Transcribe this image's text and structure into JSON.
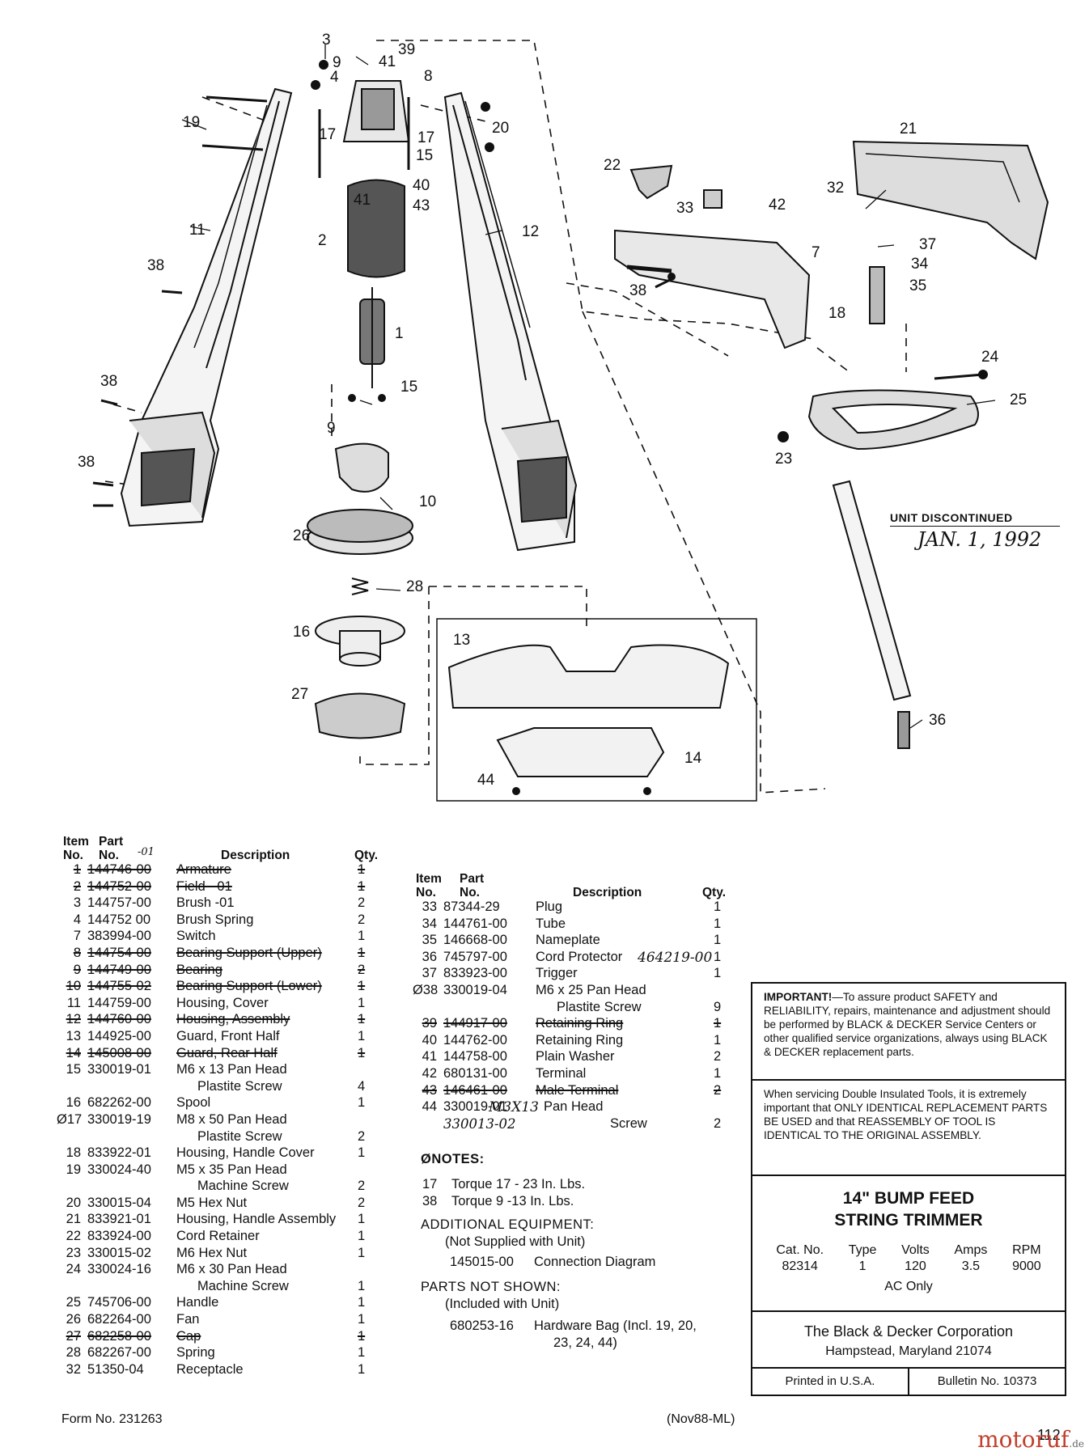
{
  "callouts": [
    "1",
    "2",
    "3",
    "4",
    "7",
    "8",
    "9",
    "9",
    "10",
    "11",
    "12",
    "13",
    "14",
    "15",
    "15",
    "16",
    "17",
    "17",
    "18",
    "19",
    "20",
    "21",
    "22",
    "23",
    "24",
    "25",
    "26",
    "27",
    "28",
    "32",
    "33",
    "34",
    "35",
    "36",
    "37",
    "38",
    "38",
    "38",
    "38",
    "39",
    "40",
    "41",
    "41",
    "42",
    "43",
    "44"
  ],
  "annotation": {
    "status": "UNIT DISCONTINUED",
    "date": "JAN. 1, 1992"
  },
  "left_table": {
    "headers": {
      "item": "Item No.",
      "part": "Part No.",
      "mark": "-01",
      "desc": "Description",
      "qty": "Qty."
    },
    "rows": [
      {
        "item": "1",
        "part": "144746-00",
        "desc": "Armature",
        "qty": "1",
        "struck": true
      },
      {
        "item": "2",
        "part": "144752-00",
        "desc": "Field - 01",
        "qty": "1",
        "struck": true
      },
      {
        "item": "3",
        "part": "144757-00",
        "desc": "Brush -01",
        "qty": "2",
        "struck": false
      },
      {
        "item": "4",
        "part": "144752 00",
        "desc": "Brush Spring",
        "qty": "2",
        "struck": false
      },
      {
        "item": "7",
        "part": "383994-00",
        "desc": "Switch",
        "qty": "1",
        "struck": false
      },
      {
        "item": "8",
        "part": "144754-00",
        "desc": "Bearing Support (Upper)",
        "qty": "1",
        "struck": true
      },
      {
        "item": "9",
        "part": "144749-00",
        "desc": "Bearing",
        "qty": "2",
        "struck": true
      },
      {
        "item": "10",
        "part": "144755-02",
        "desc": "Bearing Support (Lower)",
        "qty": "1",
        "struck": true
      },
      {
        "item": "11",
        "part": "144759-00",
        "desc": "Housing, Cover",
        "qty": "1",
        "struck": false
      },
      {
        "item": "12",
        "part": "144760-00",
        "desc": "Housing, Assembly",
        "qty": "1",
        "struck": true
      },
      {
        "item": "13",
        "part": "144925-00",
        "desc": "Guard, Front Half",
        "qty": "1",
        "struck": false
      },
      {
        "item": "14",
        "part": "145008-00",
        "desc": "Guard, Rear Half",
        "qty": "1",
        "struck": true
      },
      {
        "item": "15",
        "part": "330019-01",
        "desc": "M6 x 13 Pan Head",
        "qty": "",
        "struck": false
      },
      {
        "item": "",
        "part": "",
        "desc": "Plastite Screw",
        "qty": "4",
        "struck": false
      },
      {
        "item": "16",
        "part": "682262-00",
        "desc": "Spool",
        "qty": "1",
        "struck": false
      },
      {
        "item": "Ø17",
        "part": "330019-19",
        "desc": "M8 x 50 Pan Head",
        "qty": "",
        "struck": false
      },
      {
        "item": "",
        "part": "",
        "desc": "Plastite Screw",
        "qty": "2",
        "struck": false
      },
      {
        "item": "18",
        "part": "833922-01",
        "desc": "Housing, Handle Cover",
        "qty": "1",
        "struck": false
      },
      {
        "item": "19",
        "part": "330024-40",
        "desc": "M5 x 35 Pan Head",
        "qty": "",
        "struck": false
      },
      {
        "item": "",
        "part": "",
        "desc": "Machine Screw",
        "qty": "2",
        "struck": false
      },
      {
        "item": "20",
        "part": "330015-04",
        "desc": "M5 Hex Nut",
        "qty": "2",
        "struck": false
      },
      {
        "item": "21",
        "part": "833921-01",
        "desc": "Housing, Handle Assembly",
        "qty": "1",
        "struck": false
      },
      {
        "item": "22",
        "part": "833924-00",
        "desc": "Cord Retainer",
        "qty": "1",
        "struck": false
      },
      {
        "item": "23",
        "part": "330015-02",
        "desc": "M6 Hex Nut",
        "qty": "1",
        "struck": false
      },
      {
        "item": "24",
        "part": "330024-16",
        "desc": "M6 x 30 Pan Head",
        "qty": "",
        "struck": false
      },
      {
        "item": "",
        "part": "",
        "desc": "Machine Screw",
        "qty": "1",
        "struck": false
      },
      {
        "item": "25",
        "part": "745706-00",
        "desc": "Handle",
        "qty": "1",
        "struck": false
      },
      {
        "item": "26",
        "part": "682264-00",
        "desc": "Fan",
        "qty": "1",
        "struck": false
      },
      {
        "item": "27",
        "part": "682258-00",
        "desc": "Cap",
        "qty": "1",
        "struck": true
      },
      {
        "item": "28",
        "part": "682267-00",
        "desc": "Spring",
        "qty": "1",
        "struck": false
      },
      {
        "item": "32",
        "part": "51350-04",
        "desc": "Receptacle",
        "qty": "1",
        "struck": false
      }
    ]
  },
  "right_table": {
    "headers": {
      "item": "Item No.",
      "part": "Part No.",
      "desc": "Description",
      "qty": "Qty."
    },
    "rows": [
      {
        "item": "33",
        "part": "87344-29",
        "desc": "Plug",
        "qty": "1",
        "struck": false
      },
      {
        "item": "34",
        "part": "144761-00",
        "desc": "Tube",
        "qty": "1",
        "struck": false
      },
      {
        "item": "35",
        "part": "146668-00",
        "desc": "Nameplate",
        "qty": "1",
        "struck": false
      },
      {
        "item": "36",
        "part": "745797-00",
        "desc": "Cord Protector",
        "hand": "464219-00",
        "qty": "1",
        "struck": false,
        "part_struck": true
      },
      {
        "item": "37",
        "part": "833923-00",
        "desc": "Trigger",
        "qty": "1",
        "struck": false
      },
      {
        "item": "Ø38",
        "part": "330019-04",
        "desc": "M6 x 25 Pan Head",
        "qty": "",
        "struck": false
      },
      {
        "item": "",
        "part": "",
        "desc": "Plastite Screw",
        "qty": "9",
        "struck": false
      },
      {
        "item": "39",
        "part": "144917-00",
        "desc": "Retaining Ring",
        "qty": "1",
        "struck": true
      },
      {
        "item": "40",
        "part": "144762-00",
        "desc": "Retaining Ring",
        "qty": "1",
        "struck": false
      },
      {
        "item": "41",
        "part": "144758-00",
        "desc": "Plain Washer",
        "qty": "2",
        "struck": false
      },
      {
        "item": "42",
        "part": "680131-00",
        "desc": "Terminal",
        "qty": "1",
        "struck": false
      },
      {
        "item": "43",
        "part": "146461-00",
        "desc": "Male Terminal",
        "qty": "2",
        "struck": true
      },
      {
        "item": "44",
        "part": "330019-01",
        "desc": "Pan Head",
        "hand": "M3X13",
        "qty": "",
        "struck": false,
        "part_struck": true
      },
      {
        "item": "",
        "part": "330013-02",
        "desc": "Screw",
        "qty": "2",
        "struck": false,
        "hand_part": true
      }
    ]
  },
  "notes": {
    "title": "ØNOTES:",
    "items": [
      {
        "num": "17",
        "text": "Torque 17 - 23 In. Lbs."
      },
      {
        "num": "38",
        "text": "Torque 9 -13 In. Lbs."
      }
    ],
    "additional_title": "ADDITIONAL EQUIPMENT:",
    "additional_sub": "(Not Supplied with Unit)",
    "additional_part": "145015-00",
    "additional_desc": "Connection Diagram",
    "not_shown_title": "PARTS NOT SHOWN:",
    "not_shown_sub": "(Included with Unit)",
    "not_shown_part": "680253-16",
    "not_shown_desc1": "Hardware Bag (Incl. 19, 20,",
    "not_shown_desc2": "23, 24, 44)"
  },
  "info_box": {
    "important_label": "IMPORTANT!",
    "important_text": "—To assure product SAFETY and RELIABILITY, repairs, maintenance and adjustment should be performed by BLACK & DECKER Service Centers or other qualified service organizations, always using BLACK & DECKER replacement parts.",
    "double_insulated": "When servicing Double Insulated Tools, it is extremely important that ONLY IDENTICAL REPLACEMENT PARTS BE USED and that REASSEMBLY OF TOOL IS IDENTICAL TO THE ORIGINAL ASSEMBLY.",
    "product_line1": "14\" BUMP FEED",
    "product_line2": "STRING TRIMMER",
    "specs": [
      {
        "label": "Cat. No.",
        "value": "82314"
      },
      {
        "label": "Type",
        "value": "1"
      },
      {
        "label": "Volts",
        "value": "120"
      },
      {
        "label": "Amps",
        "value": "3.5"
      },
      {
        "label": "RPM",
        "value": "9000"
      }
    ],
    "ac_only": "AC Only",
    "corp_name": "The Black & Decker Corporation",
    "corp_address": "Hampstead, Maryland 21074",
    "printed": "Printed in U.S.A.",
    "bulletin": "Bulletin No. 10373"
  },
  "footer": {
    "form_no": "Form No. 231263",
    "date_code": "(Nov88-ML)",
    "page_no": "112"
  },
  "watermark": {
    "brand": "motoruf",
    "suffix": ".de"
  }
}
